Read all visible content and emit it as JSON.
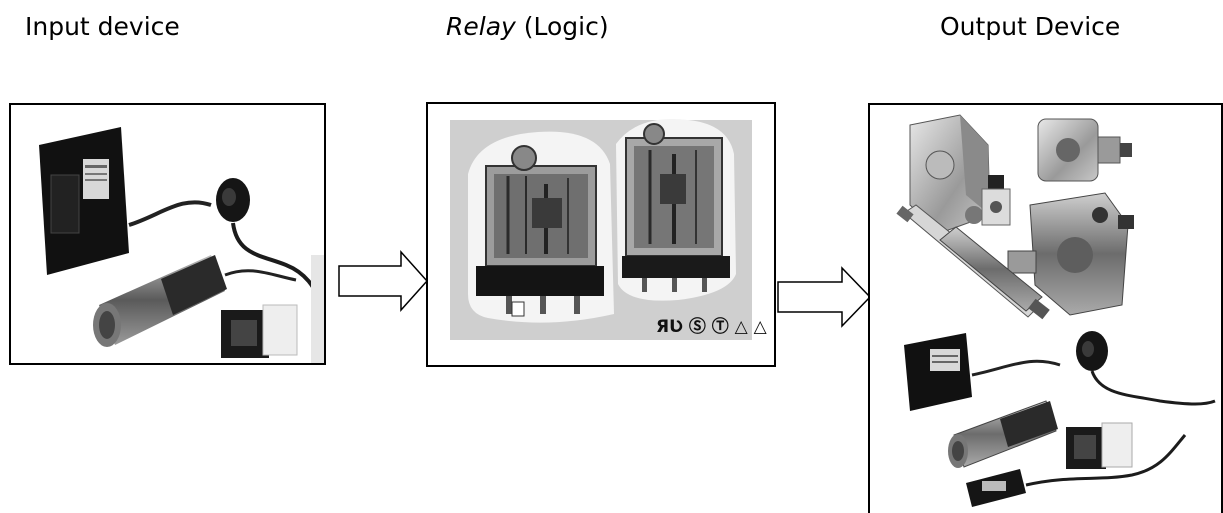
{
  "labels": {
    "input": "Input device",
    "relay_italic": "Relay",
    "relay_rest": " (Logic)",
    "output": "Output Device"
  },
  "icons": {
    "input_box": [
      "photoelectric-sensor-icon",
      "proximity-sensor-icon",
      "sensor-cable-icon"
    ],
    "relay_box": [
      "relay-icon",
      "certification-marks-icon"
    ],
    "output_box": [
      "hydraulic-pump-icon",
      "gear-pump-icon",
      "valve-icon",
      "cylinder-icon",
      "sensor-group-icon"
    ]
  },
  "certification_marks": "ЯƲ Ⓢ Ⓣ △ △"
}
